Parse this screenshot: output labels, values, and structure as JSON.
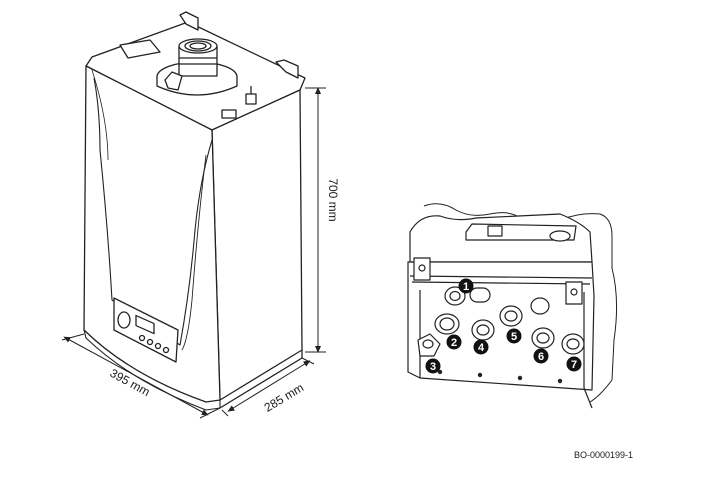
{
  "dimensions": {
    "width": "395 mm",
    "depth": "285 mm",
    "height": "700 mm"
  },
  "callouts": [
    "1",
    "2",
    "3",
    "4",
    "5",
    "6",
    "7"
  ],
  "reference_code": "BO-0000199-1"
}
